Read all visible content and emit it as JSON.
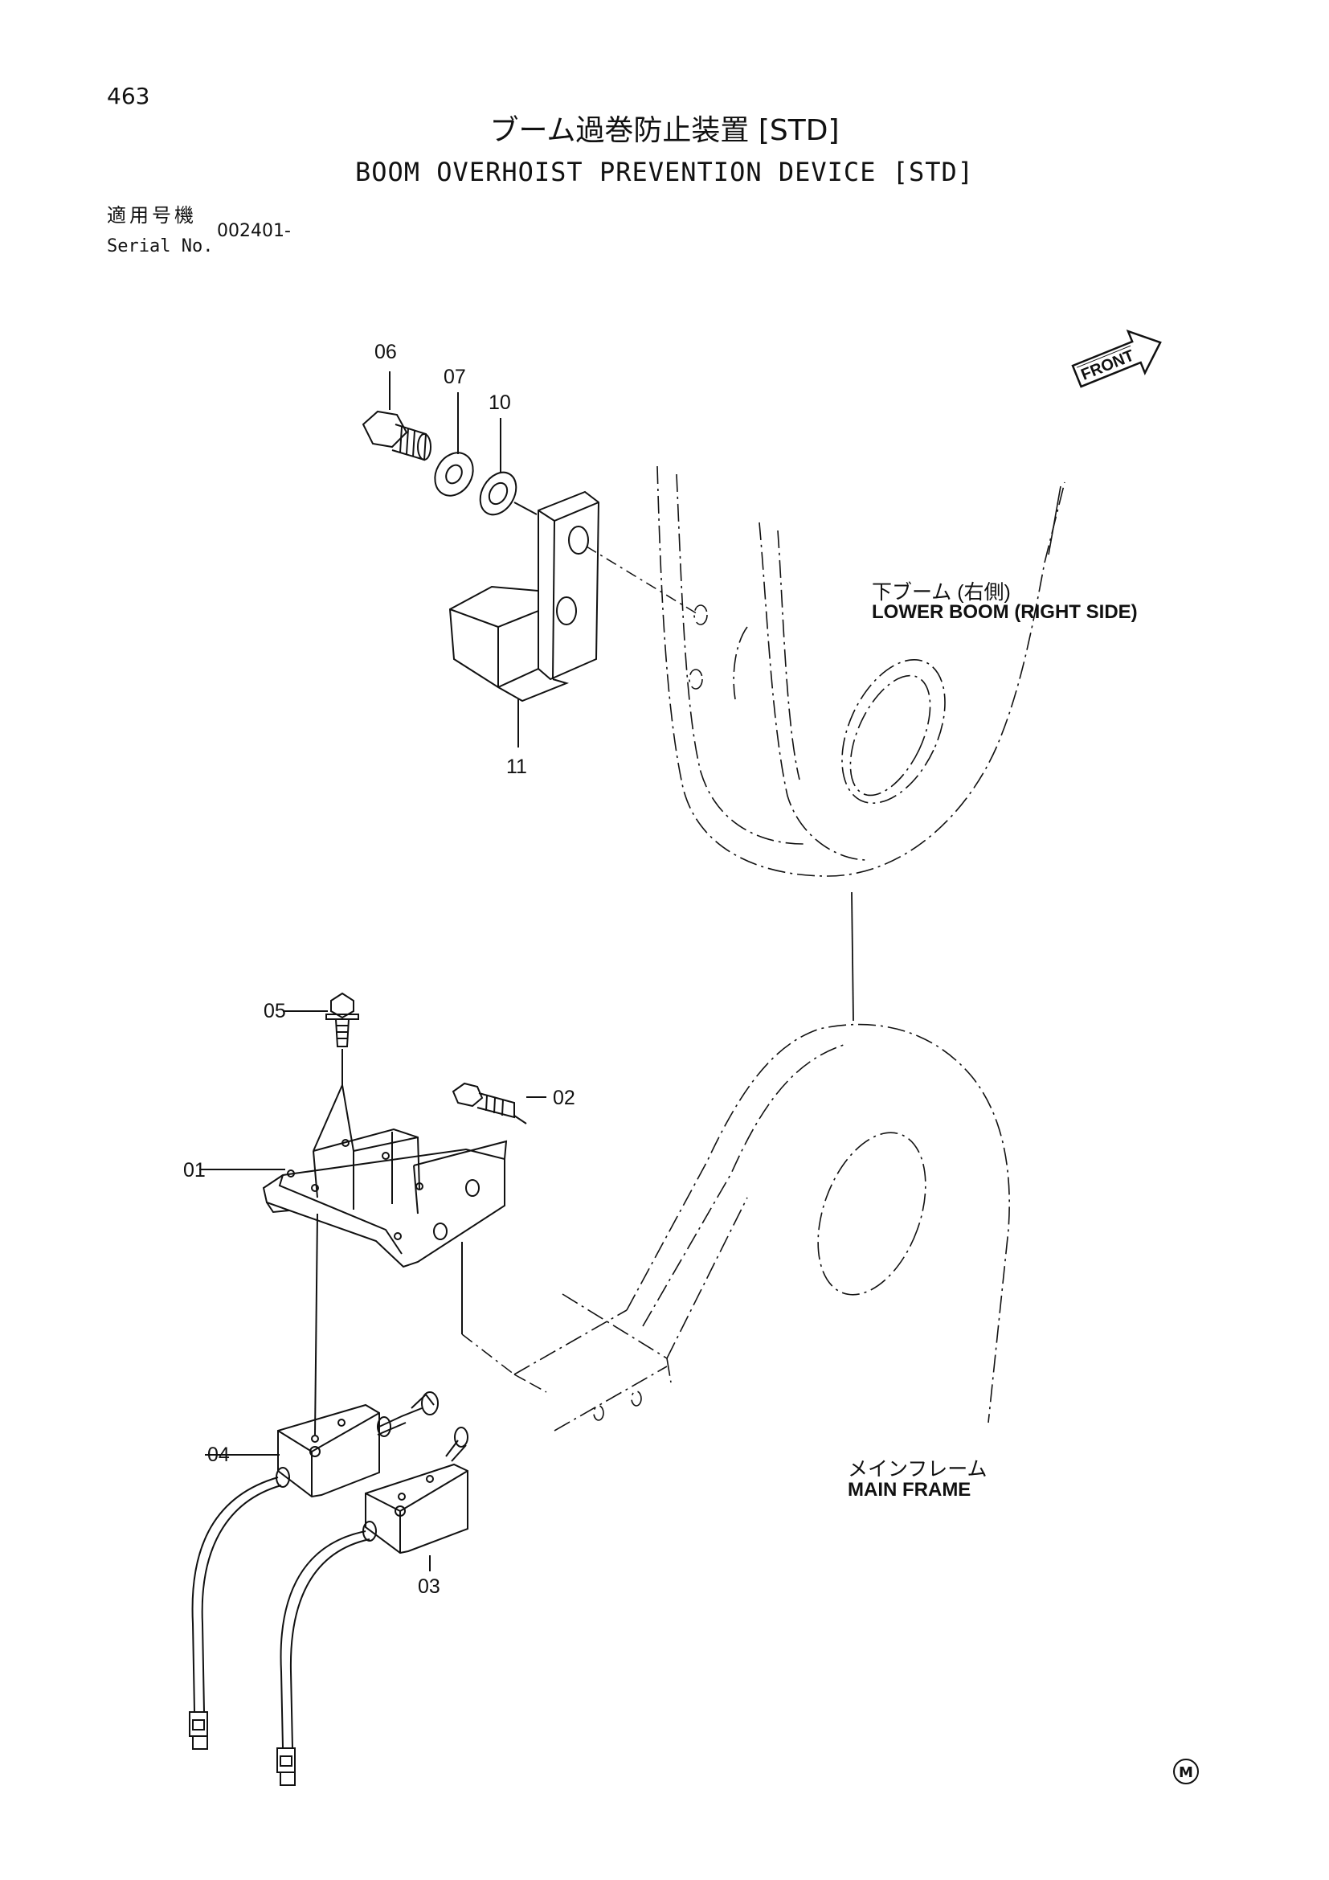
{
  "page_number": "463",
  "title_jp": "ブーム過巻防止装置 [STD]",
  "title_en": "BOOM OVERHOIST PREVENTION DEVICE [STD]",
  "serial": {
    "label_jp": "適用号機",
    "label_en": "Serial No.",
    "value": "002401-"
  },
  "front_label": "FRONT",
  "parts": [
    "01",
    "02",
    "03",
    "04",
    "05",
    "06",
    "07",
    "10",
    "11"
  ],
  "callouts": {
    "lower_boom_jp": "下ブーム (右側)",
    "lower_boom_en": "LOWER BOOM (RIGHT SIDE)",
    "main_frame_jp": "メインフレーム",
    "main_frame_en": "MAIN FRAME"
  },
  "mark": "M"
}
